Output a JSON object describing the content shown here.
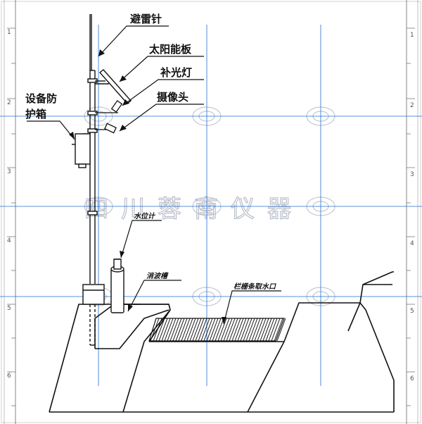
{
  "labels": {
    "lightning_rod": "避雷针",
    "solar_panel": "太阳能板",
    "fill_light": "补光灯",
    "camera": "摄像头",
    "protection_box_line1": "设备防",
    "protection_box_line2": "护箱",
    "water_gauge": "水位计",
    "stilling_well": "消波槽",
    "grille_intake": "栏栅条取水口"
  },
  "watermark": {
    "company": "四川蓉南仪器"
  },
  "ruler": {
    "left_numbers": [
      "1",
      "2",
      "3",
      "4",
      "5",
      "6"
    ],
    "right_numbers": [
      "1",
      "2",
      "3",
      "4",
      "5",
      "6"
    ]
  },
  "colors": {
    "guide_line": "#1f6fd1",
    "line": "#111111",
    "watermark": "#b9bfca"
  }
}
